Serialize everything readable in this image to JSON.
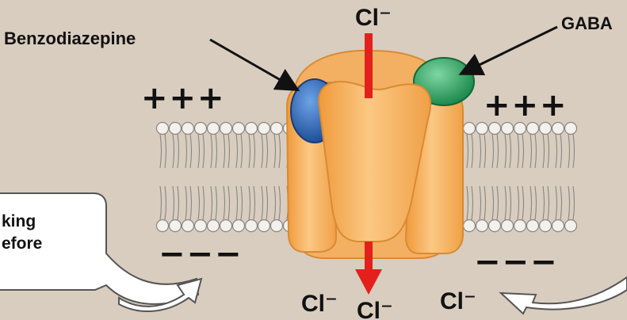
{
  "labels": {
    "benzodiazepine": "Benzodiazepine",
    "gaba": "GABA",
    "chloride_top": "Cl⁻",
    "chloride_bottom_center": "Cl⁻",
    "chloride_bottom_left": "Cl⁻",
    "chloride_bottom_right": "Cl⁻"
  },
  "charges": {
    "outside_left": "+++",
    "outside_right": "+++",
    "inside_left": "−−−",
    "inside_right": "−−−"
  },
  "callout": {
    "line1": "king",
    "line2": "efore"
  },
  "colors": {
    "background": "#d8cdbf",
    "receptor": "#f5b25f",
    "receptor_light": "#fcd7a3",
    "benzodiazepine_site": "#2f6fc0",
    "gaba_site": "#2fa864",
    "ion_arrow": "#e3201b",
    "membrane_lipid": "#f3f1ee"
  },
  "icons": {
    "ion_flow": "red-down-arrow",
    "binding_pointer": "black-arrow"
  }
}
